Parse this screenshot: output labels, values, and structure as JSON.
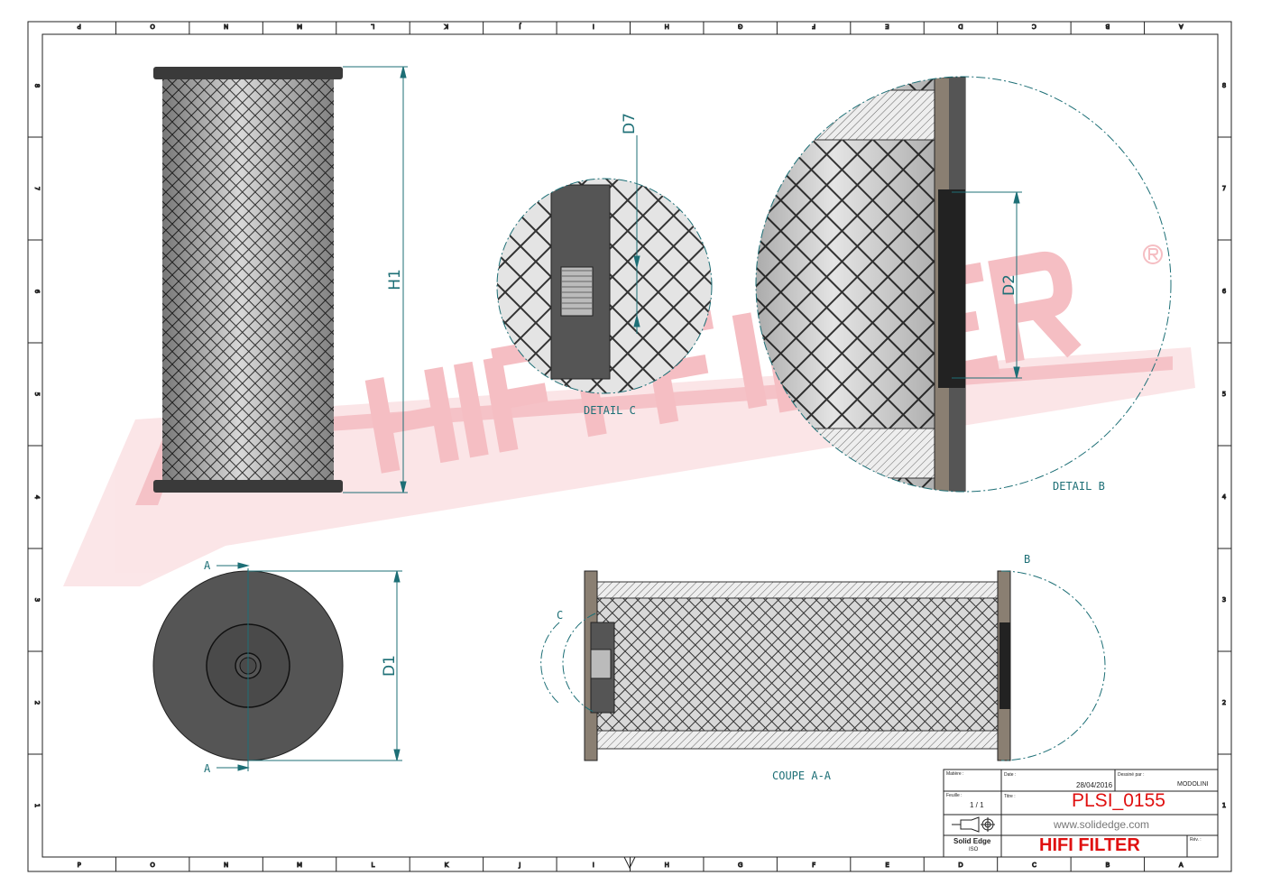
{
  "sheet": {
    "zones_top": [
      "P",
      "O",
      "N",
      "M",
      "L",
      "K",
      "J",
      "I",
      "H",
      "G",
      "F",
      "E",
      "D",
      "C",
      "B",
      "A"
    ],
    "zones_bottom": [
      "P",
      "O",
      "N",
      "M",
      "L",
      "K",
      "J",
      "I",
      "H",
      "G",
      "F",
      "E",
      "D",
      "C",
      "B",
      "A"
    ],
    "zones_side": [
      "8",
      "7",
      "6",
      "5",
      "4",
      "3",
      "2",
      "1"
    ]
  },
  "watermark": {
    "text": "HIFI FILTER",
    "mark": "®"
  },
  "dimensions": {
    "h1": "H1",
    "d1": "D1",
    "d2": "D2",
    "d7": "D7"
  },
  "labels": {
    "detail_c": "DETAIL C",
    "detail_b": "DETAIL B",
    "section": "COUPE A-A",
    "section_mark": "A",
    "callout_b": "B",
    "callout_c": "C"
  },
  "title_block": {
    "matiere_label": "Matière :",
    "date_label": "Date :",
    "date": "28/04/2016",
    "dessine_label": "Dessiné par :",
    "dessine": "MODOLINI",
    "feuille_label": "Feuille :",
    "feuille": "1 / 1",
    "titre_label": "Titre :",
    "titre": "PLSI_0155",
    "website": "www.solidedge.com",
    "software": "Solid Edge",
    "software_sub": "ISO",
    "company": "HIFI FILTER",
    "rev_label": "Rév. :"
  },
  "colors": {
    "accent": "#1d6f76",
    "brand": "#e01010",
    "watermark": "#f7c9cc"
  }
}
